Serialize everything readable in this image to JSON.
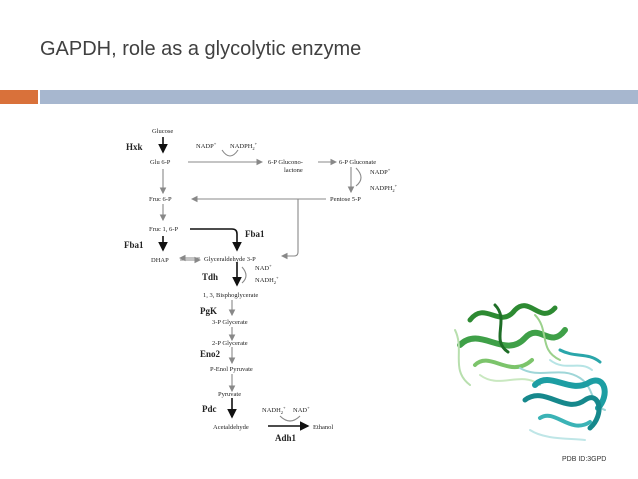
{
  "slide": {
    "title": "GAPDH, role as a glycolytic enzyme",
    "pdb_label": "PDB ID:3GPD"
  },
  "pathway": {
    "metabolites": {
      "glucose": "Glucose",
      "glu6p": "Glu 6-P",
      "fruc6p": "Fruc 6-P",
      "fruc16p": "Fruc 1, 6-P",
      "dhap": "DHAP",
      "g3p": "Glyceraldehyde 3-P",
      "bpg": "1, 3, Bisphoglycerate",
      "pg3": "3-P Glycerate",
      "pg2": "2-P Glycerate",
      "pep": "P-Enol Pyruvate",
      "pyruvate": "Pyruvate",
      "acetaldehyde": "Acetaldehyde",
      "ethanol": "Ethanol",
      "glucono_l1": "6-P Glucono-",
      "glucono_l2": "lactone",
      "gluconate": "6-P Gluconate",
      "pentose": "Pentose 5-P"
    },
    "enzymes": {
      "hxk": "Hxk",
      "fba1_left": "Fba1",
      "fba1_right": "Fba1",
      "tdh": "Tdh",
      "pgk": "PgK",
      "eno2": "Eno2",
      "pdc": "Pdc",
      "adh1": "Adh1"
    },
    "cofactors": {
      "nadp_top": "NADP",
      "nadph_top": "NADPH",
      "nadp_right": "NADP",
      "nadph_right": "NADPH",
      "nad_tdh": "NAD",
      "nadh_tdh": "NADH",
      "nadh_adh": "NADH",
      "nad_adh": "NAD"
    }
  }
}
